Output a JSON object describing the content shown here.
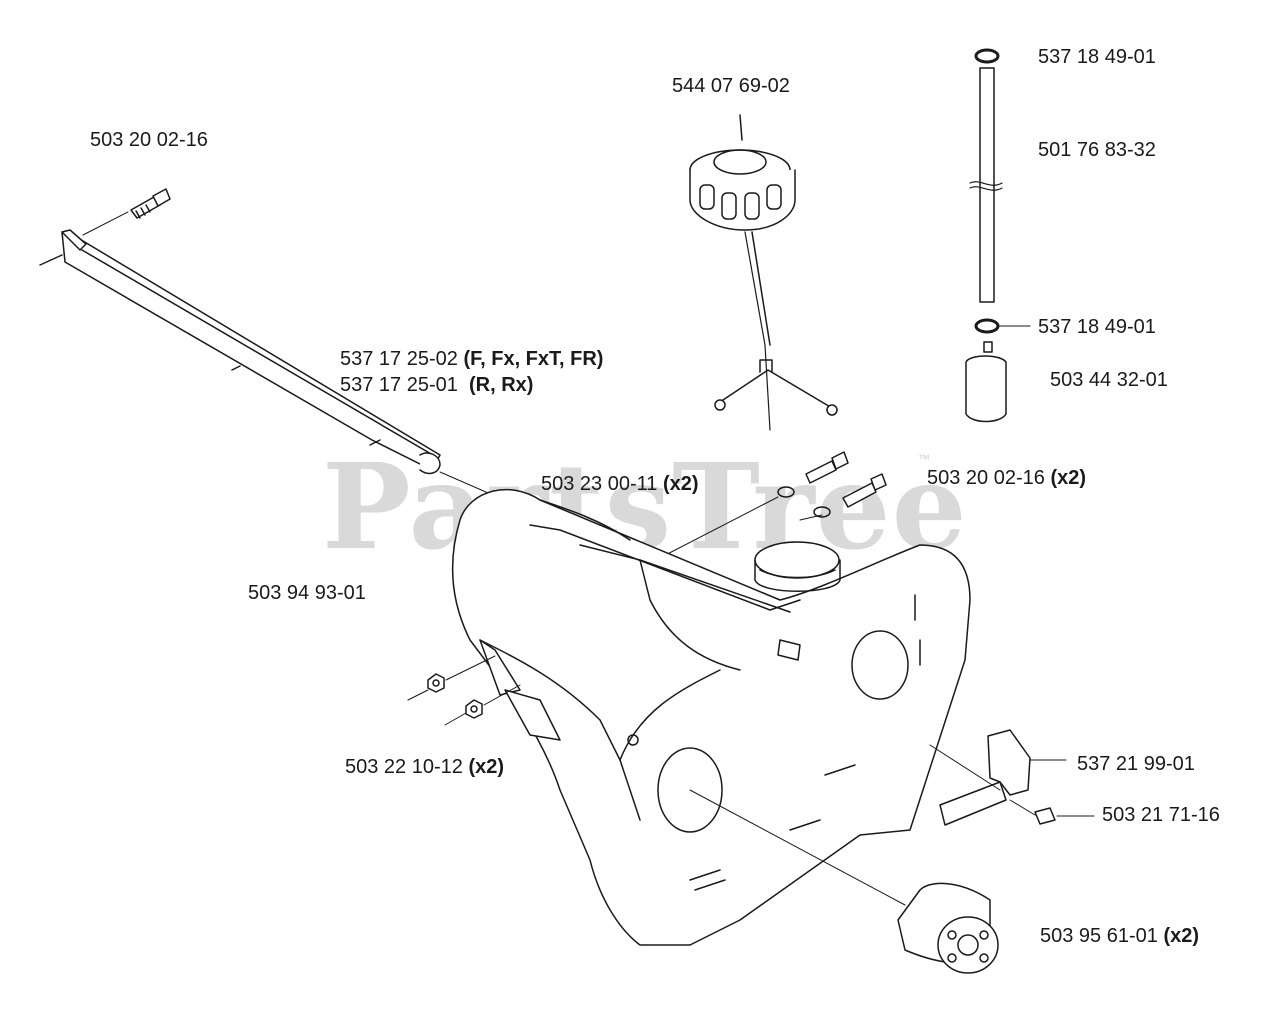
{
  "watermark": {
    "text": "PartsTree",
    "tm": "™"
  },
  "labels": {
    "screw_top_left": {
      "part": "503 20 02-16"
    },
    "cap": {
      "part": "544 07 69-02"
    },
    "oring_top": {
      "part": "537 18 49-01"
    },
    "hose": {
      "part": "501 76 83-32"
    },
    "oring_bottom": {
      "part": "537 18 49-01"
    },
    "filter": {
      "part": "503 44 32-01"
    },
    "bar_f": {
      "part": "537 17 25-02",
      "qual": "(F, Fx, FxT, FR)"
    },
    "bar_r": {
      "part": "537 17 25-01",
      "qual": "(R, Rx)"
    },
    "screws_center": {
      "part": "503 23 00-11",
      "qual": "(x2)"
    },
    "screws_right": {
      "part": "503 20 02-16",
      "qual": "(x2)"
    },
    "tank": {
      "part": "503 94 93-01"
    },
    "nuts": {
      "part": "503 22 10-12",
      "qual": "(x2)"
    },
    "bracket": {
      "part": "537 21 99-01"
    },
    "screw_small": {
      "part": "503 21 71-16"
    },
    "damper": {
      "part": "503 95 61-01",
      "qual": "(x2)"
    }
  }
}
